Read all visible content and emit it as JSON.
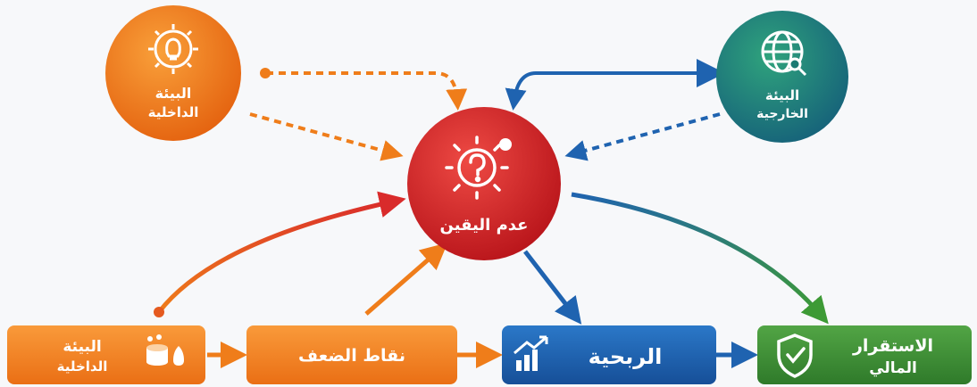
{
  "nodes": {
    "internal_env_circle": {
      "line1": "البيئة",
      "line2": "الداخلية"
    },
    "external_env_circle": {
      "line1": "البيئة",
      "line2": "الخارجية"
    },
    "uncertainty_circle": {
      "label": "عدم اليقين"
    },
    "internal_env_box": {
      "line1": "البيئة",
      "line2": "الداخلية"
    },
    "weaknesses_box": {
      "label": "نقاط الضعف"
    },
    "profitability_box": {
      "label": "الربحية"
    },
    "financial_stability_box": {
      "line1": "الاستقرار",
      "line2": "المالي"
    }
  },
  "colors": {
    "orange": "#ef7d1a",
    "red": "#d92b2b",
    "teal": "#1f8a6a",
    "blue": "#1f63b0",
    "green": "#3d8f35"
  },
  "icons": {
    "internal_env_circle": "gear-bulb-icon",
    "external_env_circle": "globe-icon",
    "uncertainty_circle": "question-sun-icon",
    "internal_env_box": "coins-icon",
    "profitability_box": "chart-up-icon",
    "financial_stability_box": "shield-check-icon"
  }
}
